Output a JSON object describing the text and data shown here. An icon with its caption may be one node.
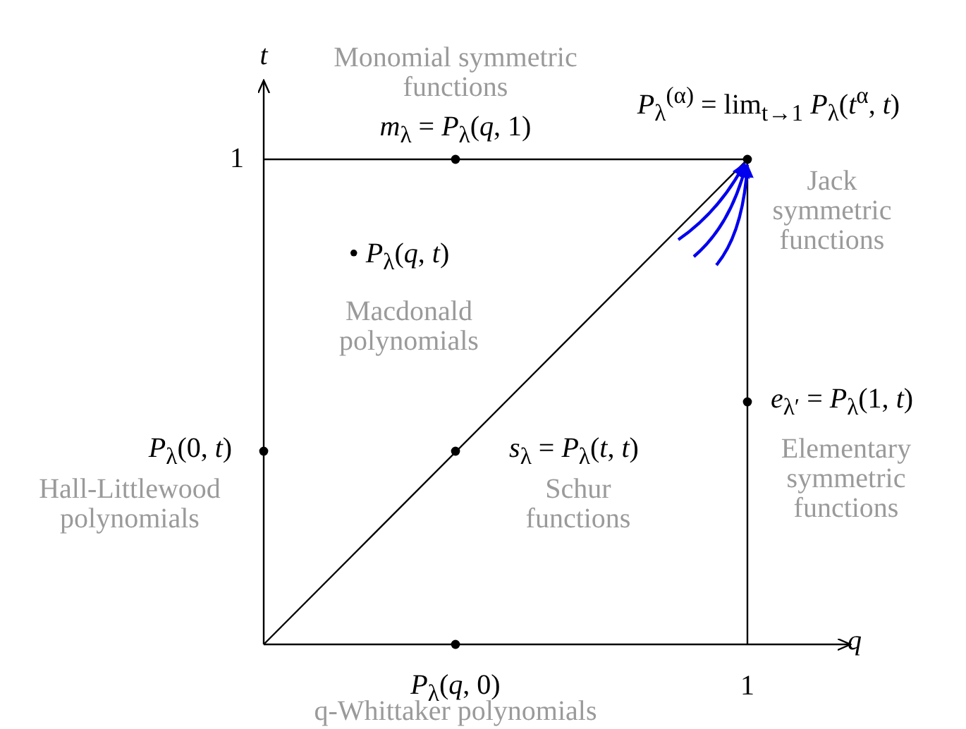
{
  "diagram": {
    "labels": [
      "*t*",
      "Monomial symmetric functions",
      "*m*$_{λ}$ = *P*$_{λ}$(*q*, 1)",
      "*P*$_{λ}$$^{(α)}$ = lim$_{t→1}$ *P*$_{λ}$(*t*$^{α}$, *t*)",
      "1",
      "Jack symmetric functions",
      "• *P*$_{λ}$(*q*, *t*)",
      "Macdonald polynomials",
      "*e*$_{λ′}$ = *P*$_{λ}$(1, *t*)",
      "*P*$_{λ}$(0, *t*)",
      "*s*$_{λ}$ = *P*$_{λ}$(*t*, *t*)",
      "Elementary symmetric functions",
      "Hall-Littlewood polynomials",
      "Schur functions",
      "*q*",
      "*P*$_{λ}$(*q*, 0)",
      "1",
      "q-Whittaker polynomials"
    ]
  }
}
